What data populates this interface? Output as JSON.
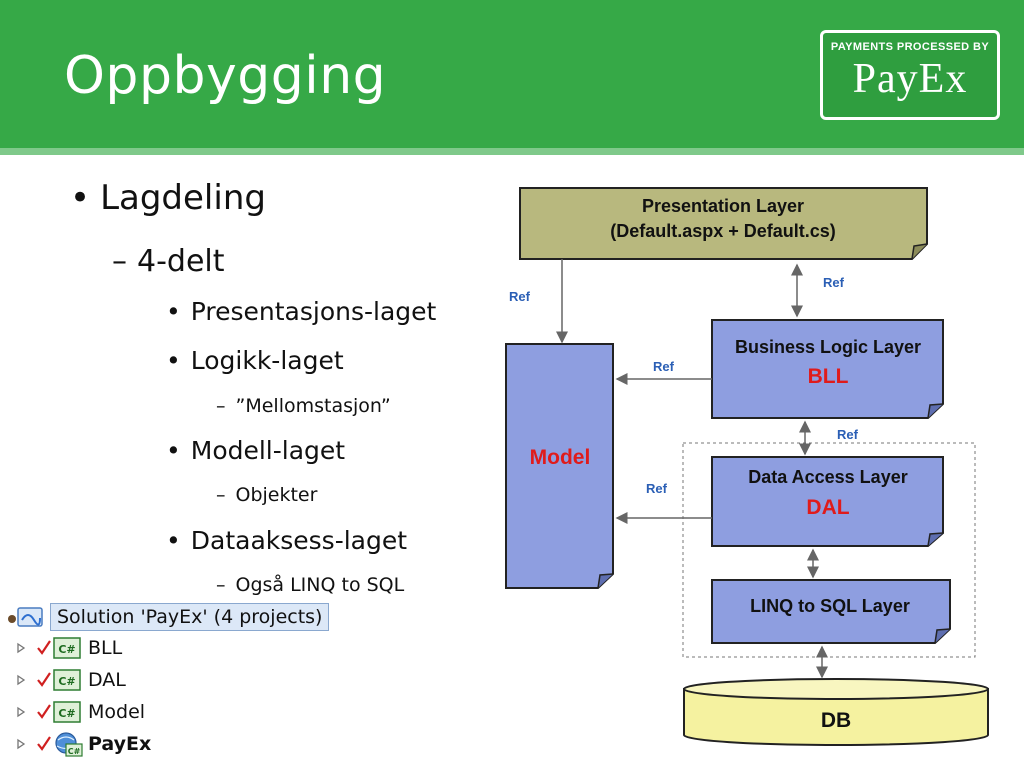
{
  "slide": {
    "title": "Oppbygging",
    "accent": "#36a947"
  },
  "logo": {
    "top_text": "PAYMENTS PROCESSED BY",
    "name": "PayEx"
  },
  "bullets": {
    "l1": "Lagdeling",
    "l2": "4-delt",
    "items": [
      {
        "text": "Presentasjons-laget"
      },
      {
        "text": "Logikk-laget",
        "sub": "”Mellomstasjon”"
      },
      {
        "text": "Modell-laget",
        "sub": "Objekter"
      },
      {
        "text": "Dataaksess-laget",
        "sub": "Også LINQ to SQL"
      }
    ]
  },
  "diagram": {
    "presentation": {
      "line1": "Presentation Layer",
      "line2": "(Default.aspx + Default.cs)"
    },
    "bll": {
      "title": "Business Logic Layer",
      "abbr": "BLL"
    },
    "dal": {
      "title": "Data Access Layer",
      "abbr": "DAL"
    },
    "linq": {
      "title": "LINQ to SQL  Layer"
    },
    "model": {
      "title": "Model"
    },
    "db": {
      "title": "DB"
    },
    "ref": "Ref",
    "colors": {
      "presentation": "#b8b87e",
      "layer": "#8e9ee0",
      "db": "#f5f2a0",
      "red": "#e01b1b",
      "ref": "#2b5fb5"
    }
  },
  "solution": {
    "root": "Solution 'PayEx' (4 projects)",
    "projects": [
      {
        "name": "BLL",
        "bold": false
      },
      {
        "name": "DAL",
        "bold": false
      },
      {
        "name": "Model",
        "bold": false
      },
      {
        "name": "PayEx",
        "bold": true
      }
    ]
  }
}
